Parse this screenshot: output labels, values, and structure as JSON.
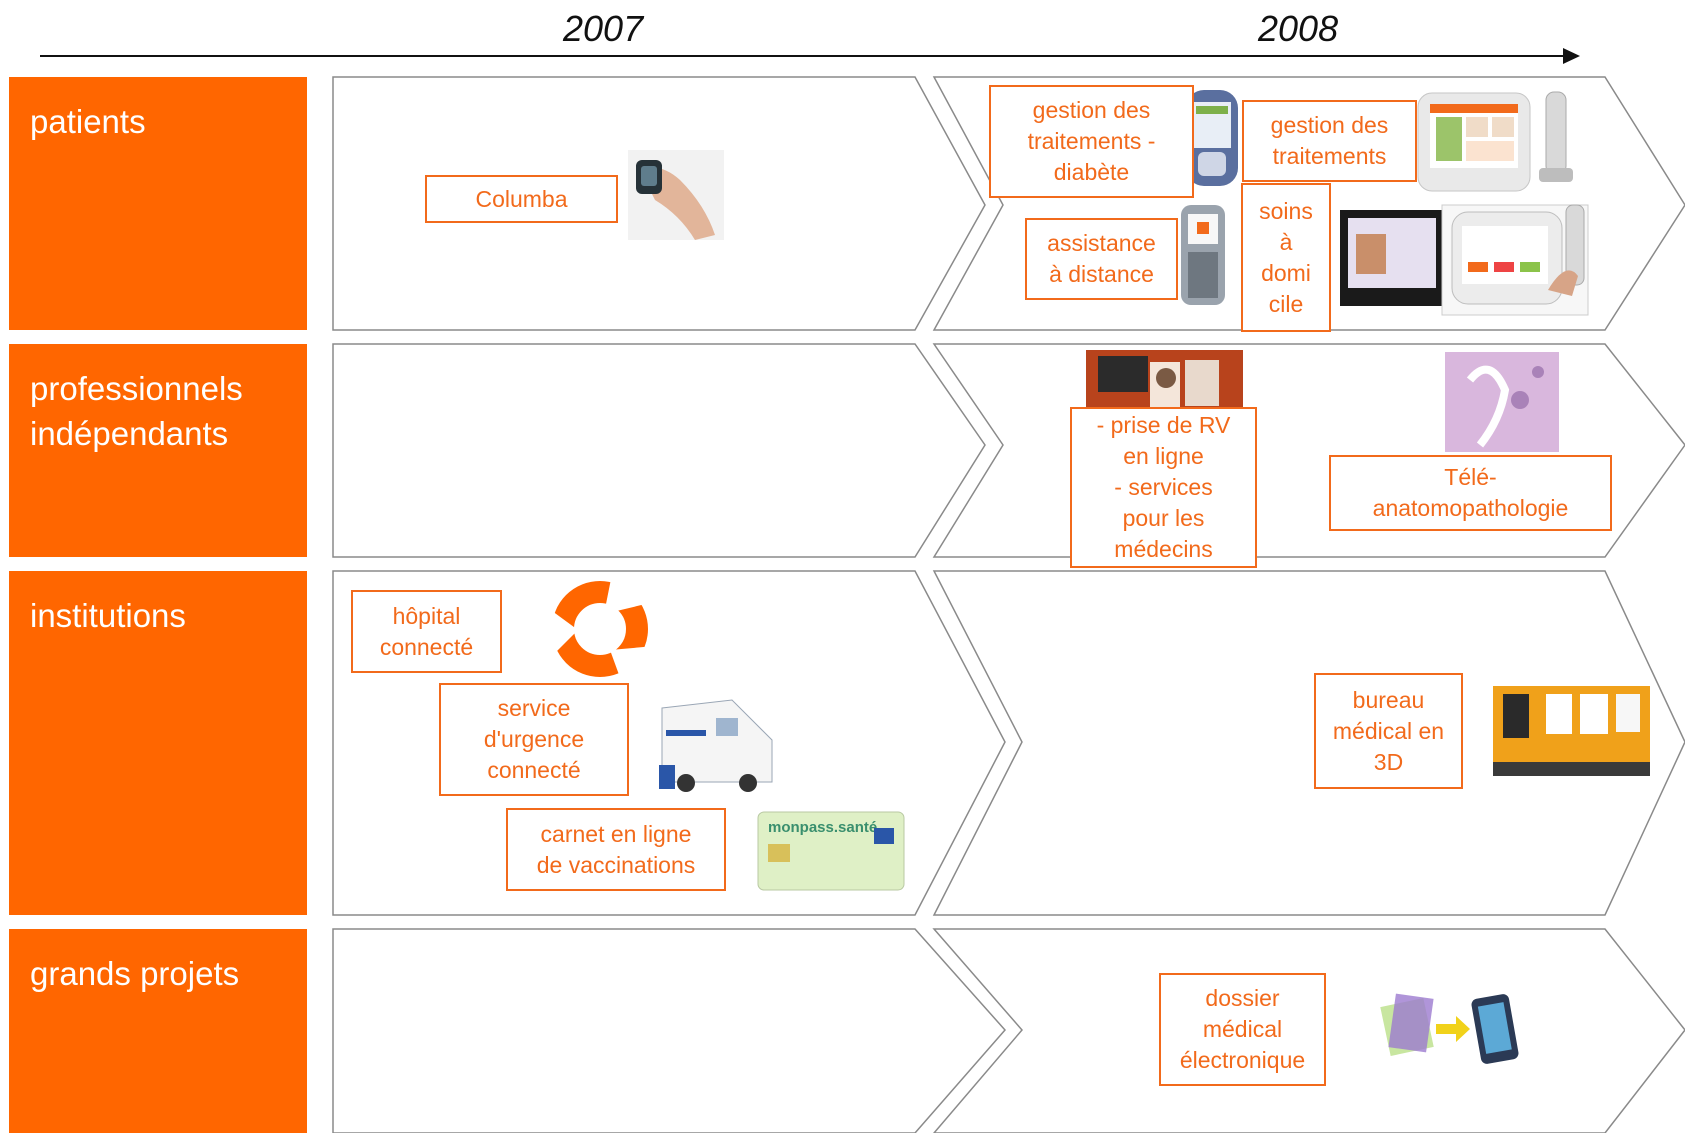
{
  "years": [
    "2007",
    "2008"
  ],
  "categories": [
    "patients",
    "professionnels\nindépendants",
    "institutions",
    "grands projets"
  ],
  "items": {
    "columba": "Columba",
    "gestion_diabete": "gestion des\ntraitements -\ndiabète",
    "gestion_traitements": "gestion des\ntraitements",
    "assistance": "assistance\nà distance",
    "soins": "soins\nà\ndomi\ncile",
    "prise_rv": "- prise de RV\nen ligne\n- services\npour les\nmédecins",
    "tele_anapath": "Télé-\nanatomopathologie",
    "hopital": "hôpital\nconnecté",
    "urgence": "service\nd'urgence\nconnecté",
    "vaccination": "carnet en ligne\nde vaccinations",
    "bureau_3d": "bureau\nmédical en\n3D",
    "dossier": "dossier\nmédical\nélectronique"
  },
  "card_text": "monpass.santé",
  "colors": {
    "orange": "#ff6600",
    "box_text": "#f26a1b",
    "chevron_stroke": "#8a8a8a"
  },
  "icons": [
    "wristwatch-icon",
    "pda-phone-icon",
    "home-terminal-icon",
    "mobile-phone-icon",
    "tv-terminal-icon",
    "doctors-photo-icon",
    "microscopy-slide-icon",
    "recycle-arrows-icon",
    "ambulance-icon",
    "health-card-icon",
    "3d-office-icon",
    "clipboard-to-tablet-icon"
  ]
}
